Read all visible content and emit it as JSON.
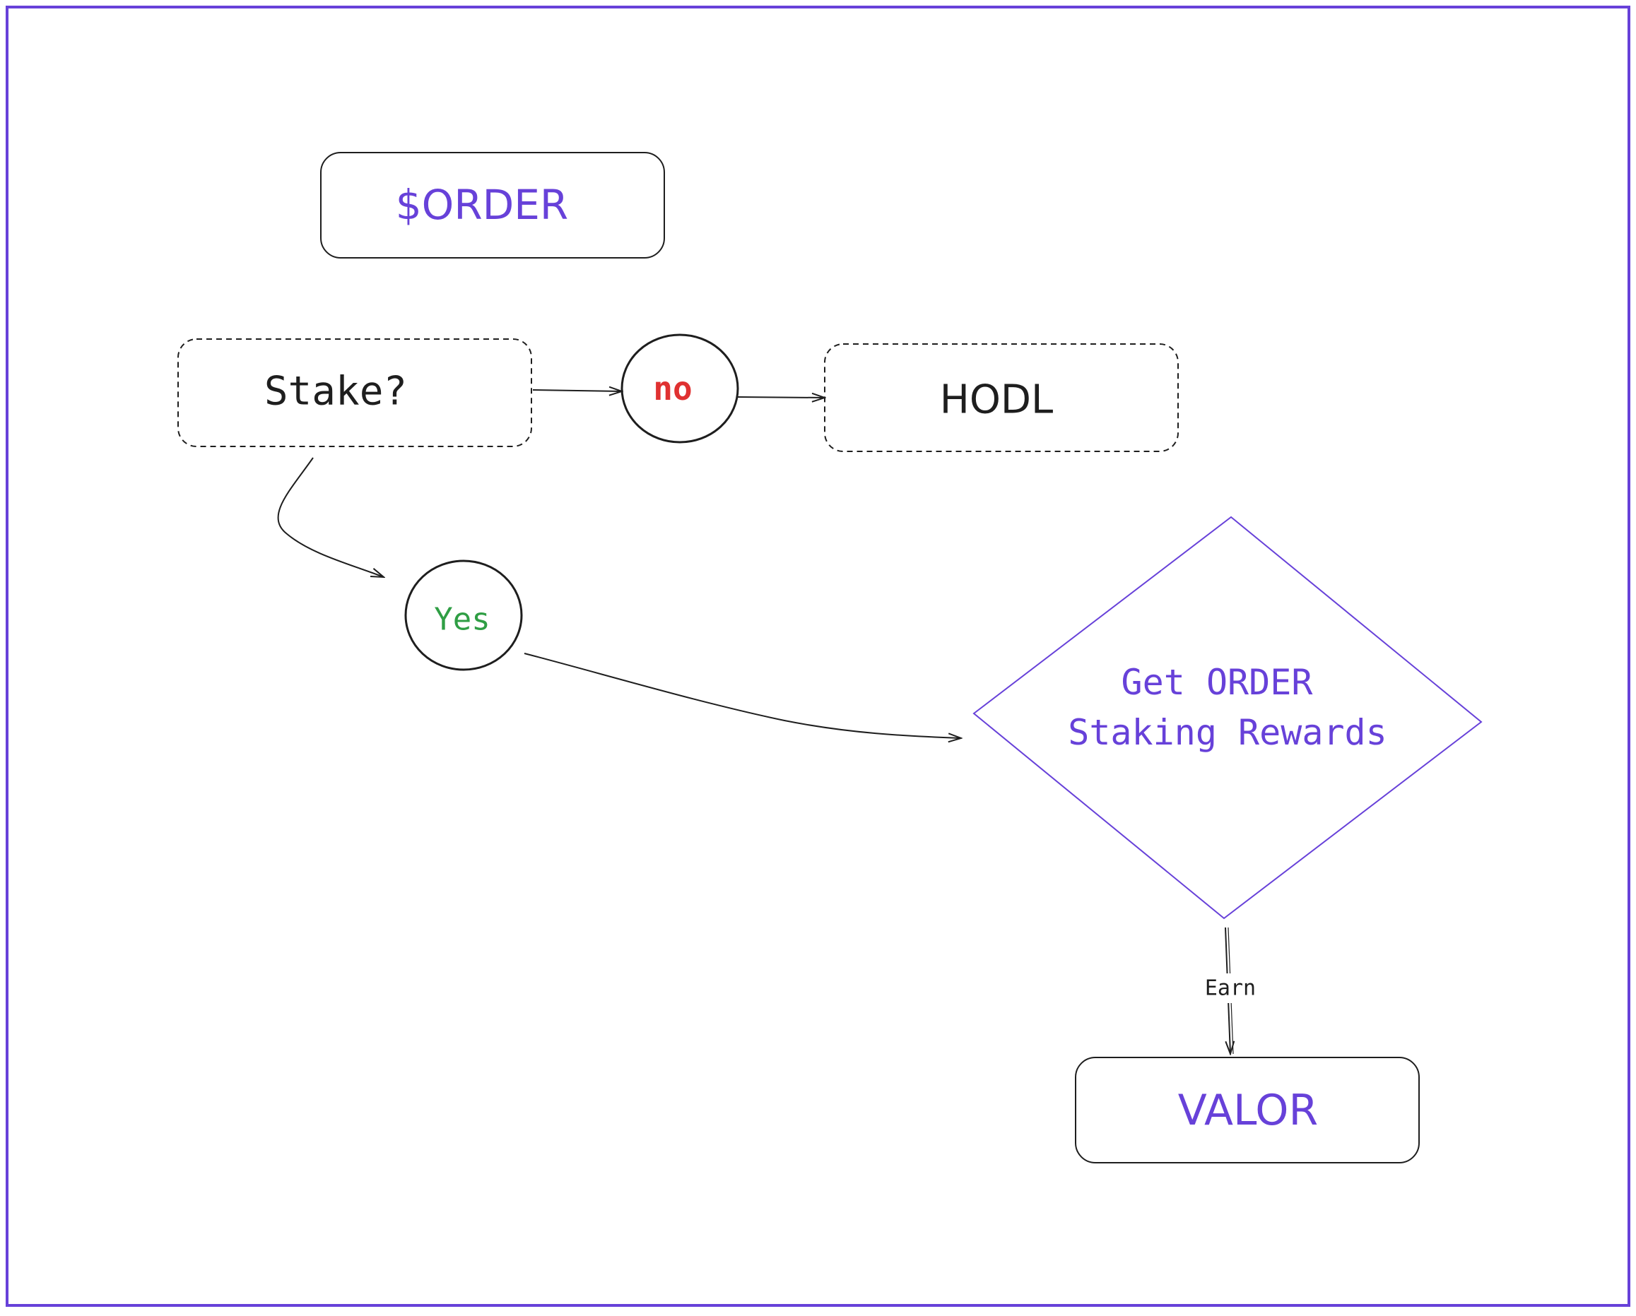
{
  "diagram": {
    "nodes": {
      "order": {
        "label": "$ORDER"
      },
      "stake": {
        "label": "Stake?"
      },
      "no": {
        "label": "no"
      },
      "hodl": {
        "label": "HODL"
      },
      "yes": {
        "label": "Yes"
      },
      "rewards": {
        "line1": "Get ORDER",
        "line2": "Staking Rewards"
      },
      "valor": {
        "label": "VALOR"
      }
    },
    "edges": {
      "earn": {
        "label": "Earn"
      }
    }
  },
  "colors": {
    "frame": "#6741d9",
    "purple_text": "#6741d9",
    "red_text": "#e03131",
    "green_text": "#2f9e44",
    "ink": "#1e1e1e",
    "background": "#ffffff"
  }
}
